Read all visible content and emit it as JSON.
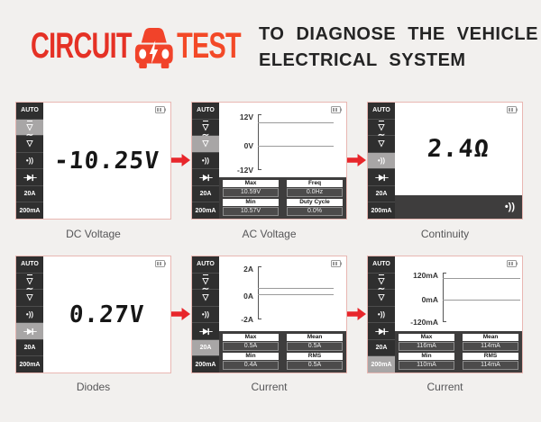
{
  "header": {
    "logo": {
      "part1": "CIRCUIT",
      "part2": "TEST"
    },
    "tagline": {
      "line1": "TO DIAGNOSE THE VEHICLE",
      "line2": "ELECTRICAL SYSTEM"
    }
  },
  "colors": {
    "logo_red": "#e53125",
    "logo_orange": "#f34927",
    "tagline_black": "#242424",
    "arrow_red": "#e8262b",
    "panel_border": "#e9b7b2",
    "sidebar_dark": "#2f2f2f",
    "sidebar_active_gray": "#a8a6a6",
    "stats_bg": "#3e3d3d",
    "background": "#f2f0ee"
  },
  "sidebar": {
    "auto": "AUTO",
    "range_20a": "20A",
    "range_200ma": "200mA",
    "continuity_glyph": "•))"
  },
  "panels": [
    {
      "caption": "DC Voltage",
      "reading": "-10.25V"
    },
    {
      "caption": "AC Voltage",
      "graph": {
        "ticks": [
          "12V",
          "0V",
          "-12V"
        ]
      },
      "stats": [
        {
          "label": "Max",
          "value": "10.59V"
        },
        {
          "label": "Freq",
          "value": "0.0Hz"
        },
        {
          "label": "Min",
          "value": "10.57V"
        },
        {
          "label": "Duty Cycle",
          "value": "0.0%"
        }
      ]
    },
    {
      "caption": "Continuity",
      "reading": "2.4Ω"
    },
    {
      "caption": "Diodes",
      "reading": "0.27V"
    },
    {
      "caption": "Current",
      "graph": {
        "ticks": [
          "2A",
          "0A",
          "-2A"
        ]
      },
      "stats": [
        {
          "label": "Max",
          "value": "0.5A"
        },
        {
          "label": "Mean",
          "value": "0.5A"
        },
        {
          "label": "Min",
          "value": "0.4A"
        },
        {
          "label": "RMS",
          "value": "0.5A"
        }
      ]
    },
    {
      "caption": "Current",
      "graph": {
        "ticks": [
          "120mA",
          "0mA",
          "-120mA"
        ]
      },
      "stats": [
        {
          "label": "Max",
          "value": "116mA"
        },
        {
          "label": "Mean",
          "value": "114mA"
        },
        {
          "label": "Min",
          "value": "110mA"
        },
        {
          "label": "RMS",
          "value": "114mA"
        }
      ]
    }
  ]
}
